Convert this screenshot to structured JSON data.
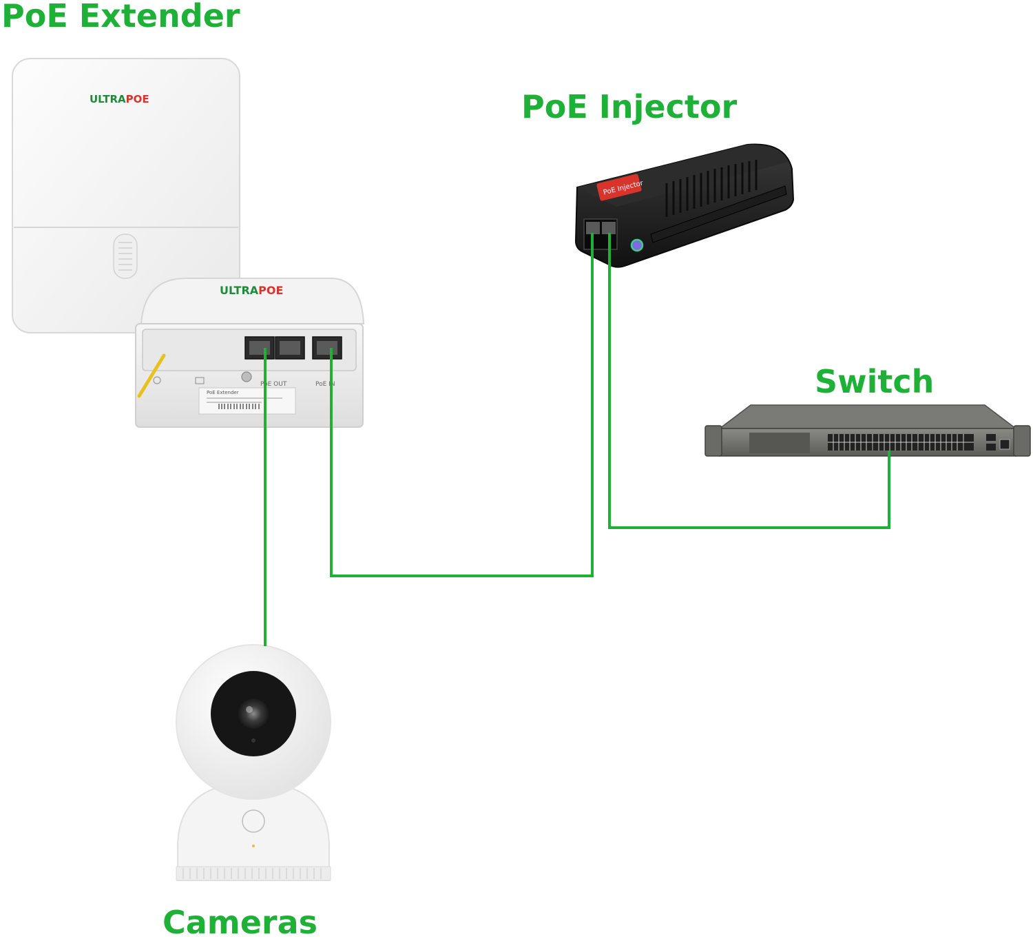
{
  "labels": {
    "extender": "PoE Extender",
    "injector": "PoE Injector",
    "switch": "Switch",
    "cameras": "Cameras"
  },
  "devices": {
    "extender_box": {
      "brand_a": "ULTRA",
      "brand_b": "POE"
    },
    "extender_unit": {
      "brand_a": "ULTRA",
      "brand_b": "POE",
      "port_label_out": "PoE OUT",
      "port_label_in": "PoE IN",
      "sticker_title": "PoE Extender"
    },
    "injector": {
      "badge": "PoE Injector"
    }
  },
  "colors": {
    "cable": "#1fb038",
    "label": "#1fb038",
    "brand_green": "#1f8a3a",
    "brand_red": "#d8342c"
  },
  "icons": {
    "extender": "outdoor-enclosure-icon",
    "injector": "poe-injector-icon",
    "switch": "network-switch-icon",
    "camera": "dome-camera-icon"
  }
}
